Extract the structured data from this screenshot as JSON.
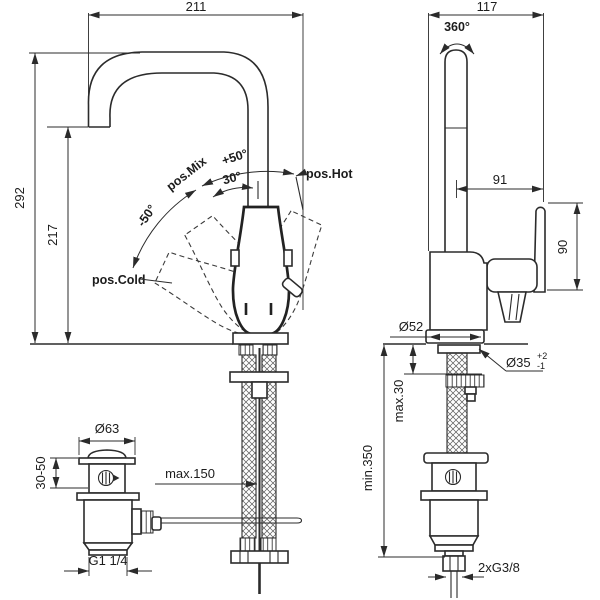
{
  "diagram": {
    "kind": "technical-dimension-drawing",
    "subject": "single-lever basin mixer with high swivel spout and pop-up waste",
    "units": "mm",
    "line_color": "#2b2b2b",
    "background_color": "#ffffff"
  },
  "front_view": {
    "spout_reach": "211",
    "total_height": "292",
    "spout_height": "217",
    "swing_plus": "+50°",
    "mix_angle": "30°",
    "swing_minus": "-50°",
    "pos_mix": "pos.Mix",
    "pos_hot": "pos.Hot",
    "pos_cold": "pos.Cold",
    "waste_flange_dia": "Ø63",
    "plug_stroke": "30-50",
    "rod_reach": "max.150",
    "waste_thread": "G1 1/4"
  },
  "side_view": {
    "body_depth": "117",
    "swivel": "360°",
    "handle_reach": "91",
    "handle_height": "90",
    "base_dia": "Ø52",
    "hole_dia": "Ø35",
    "hole_tol_upper": "+2",
    "hole_tol_lower": "-1",
    "deck_max": "max.30",
    "hose_min": "min.350",
    "supply_thread": "2xG3/8"
  }
}
